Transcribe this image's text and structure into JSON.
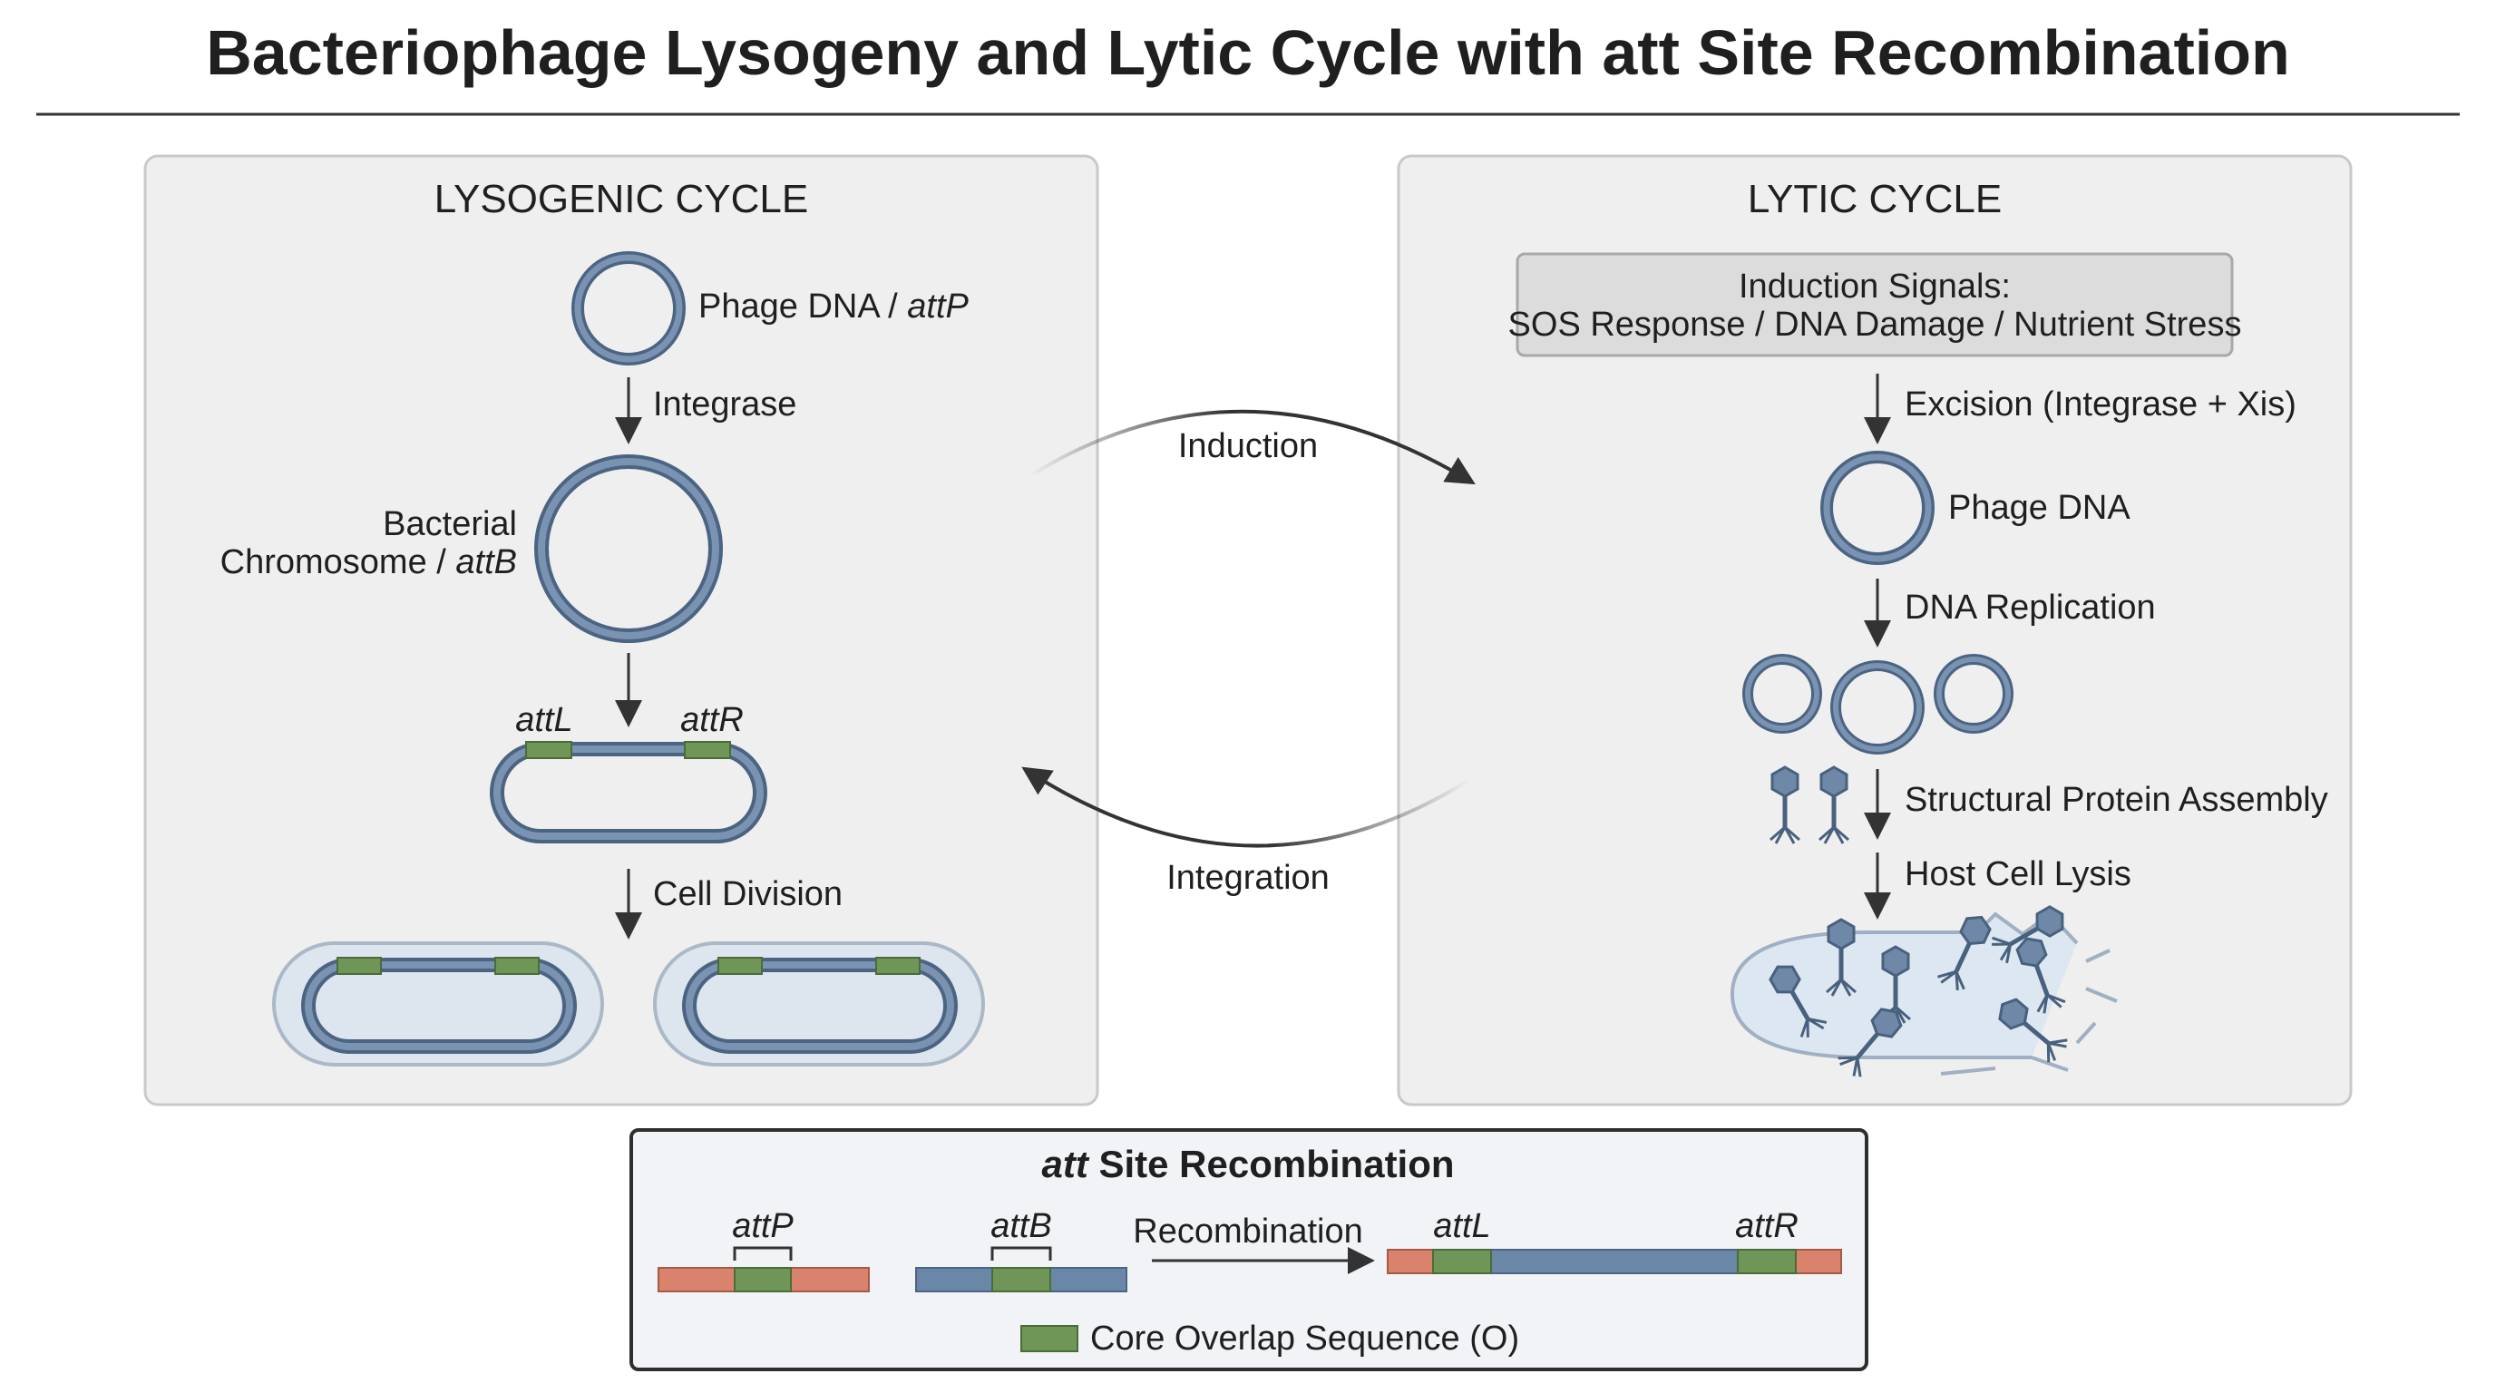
{
  "title": "Bacteriophage Lysogeny and Lytic Cycle with att Site Recombination",
  "lysogenic": {
    "heading": "LYSOGENIC CYCLE",
    "phage_dna": "Phage DNA / ",
    "phage_dna_italic": "attP",
    "integrase": "Integrase",
    "chromosome_line1": "Bacterial",
    "chromosome_line2": "Chromosome / ",
    "chromosome_italic": "attB",
    "attL": "attL",
    "attR": "attR",
    "cell_division": "Cell Division"
  },
  "lytic": {
    "heading": "LYTIC CYCLE",
    "induction_line1": "Induction Signals:",
    "induction_line2": "SOS Response / DNA Damage / Nutrient Stress",
    "excision": "Excision (Integrase + Xis)",
    "phage_dna": "Phage DNA",
    "replication": "DNA Replication",
    "assembly": "Structural Protein Assembly",
    "lysis": "Host Cell Lysis"
  },
  "cycle_arrows": {
    "top": "Induction",
    "bottom": "Integration"
  },
  "recombination": {
    "title_italic": "att",
    "title_rest": " Site Recombination",
    "attP": "attP",
    "attB": "attB",
    "arrow_label": "Recombination",
    "attL": "attL",
    "attR": "attR",
    "legend": "Core Overlap Sequence (O)"
  },
  "colors": {
    "dna_blue": "#6b87a8",
    "dna_dark": "#4b6482",
    "core_green": "#6f9657",
    "phage_red": "#d9836c",
    "panel_bg": "#efefef"
  }
}
